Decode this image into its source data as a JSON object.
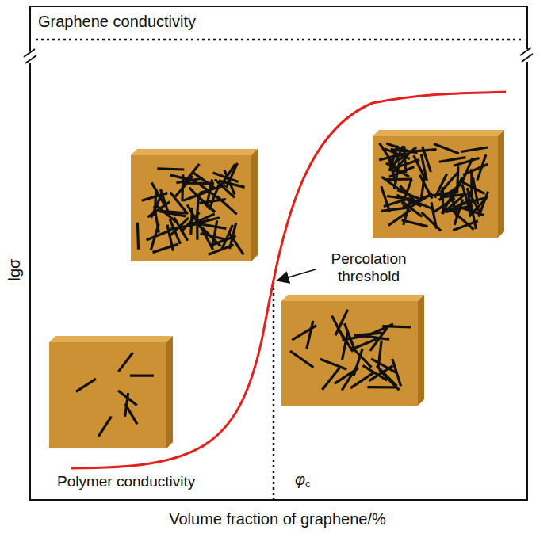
{
  "diagram": {
    "labels": [
      "Graphene conductivity",
      "lgσ",
      "Percolation threshold",
      "Polymer conductivity",
      "φc",
      "Volume fraction of graphene/%"
    ]
  }
}
